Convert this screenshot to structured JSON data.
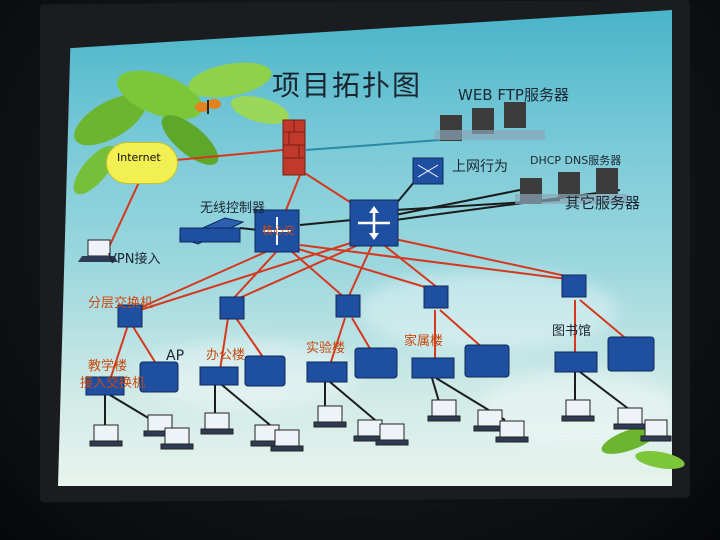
{
  "slide": {
    "title": "项目拓扑图",
    "labels": {
      "internet": "Internet",
      "web_ftp": "WEB  FTP服务器",
      "behavior": "上网行为",
      "dhcp_dns": "DHCP DNS服务器",
      "other_servers": "其它服务器",
      "wireless_controller": "无线控制器",
      "core_switch": "核心交",
      "vpn": "VPN接入",
      "distribution": "分层交换机",
      "ap": "AP",
      "teaching": "教学楼",
      "access_switch": "接入交换机",
      "office": "办公楼",
      "lab": "实验楼",
      "family": "家属楼",
      "library": "图书馆"
    }
  },
  "colors": {
    "red_link": "#d6381e",
    "black_link": "#1c1c1c",
    "device_blue": "#1f4fa0"
  }
}
